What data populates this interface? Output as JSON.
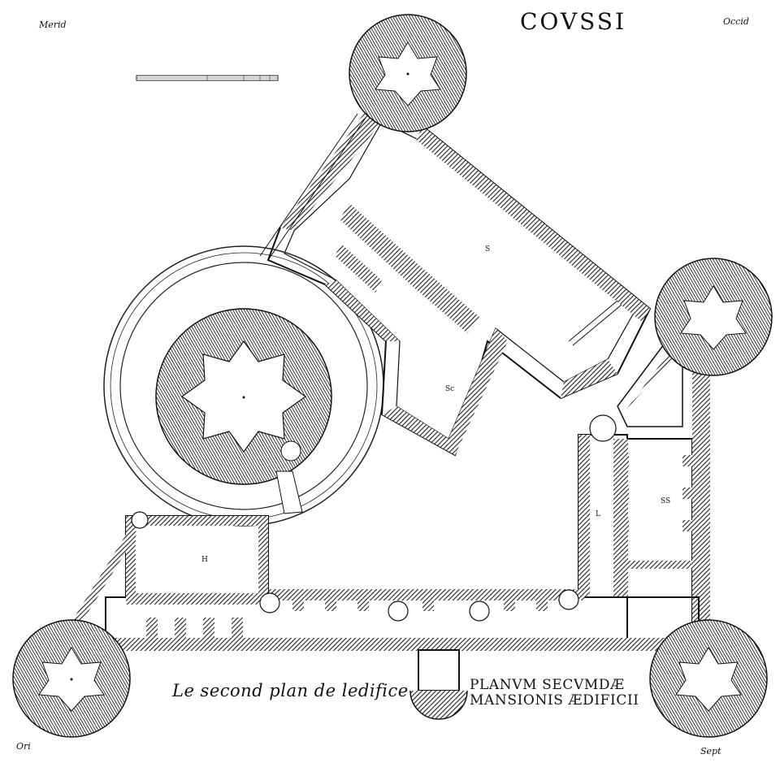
{
  "title": "COVSSI",
  "compass": {
    "top_left": "Merid",
    "top_right": "Occid",
    "bottom_left": "Ori",
    "bottom_right": "Sept"
  },
  "caption_french": "Le second plan de ledifice",
  "caption_latin": [
    "PLANVM SECVMDÆ",
    "MANSIONIS ÆDIFICII"
  ],
  "room_labels": {
    "s": "S",
    "sc": "Sc",
    "ss": "SS",
    "l": "L",
    "h": "H"
  },
  "colors": {
    "ink": "#111111",
    "paper": "#ffffff",
    "hatch": "#3a3a3a"
  }
}
